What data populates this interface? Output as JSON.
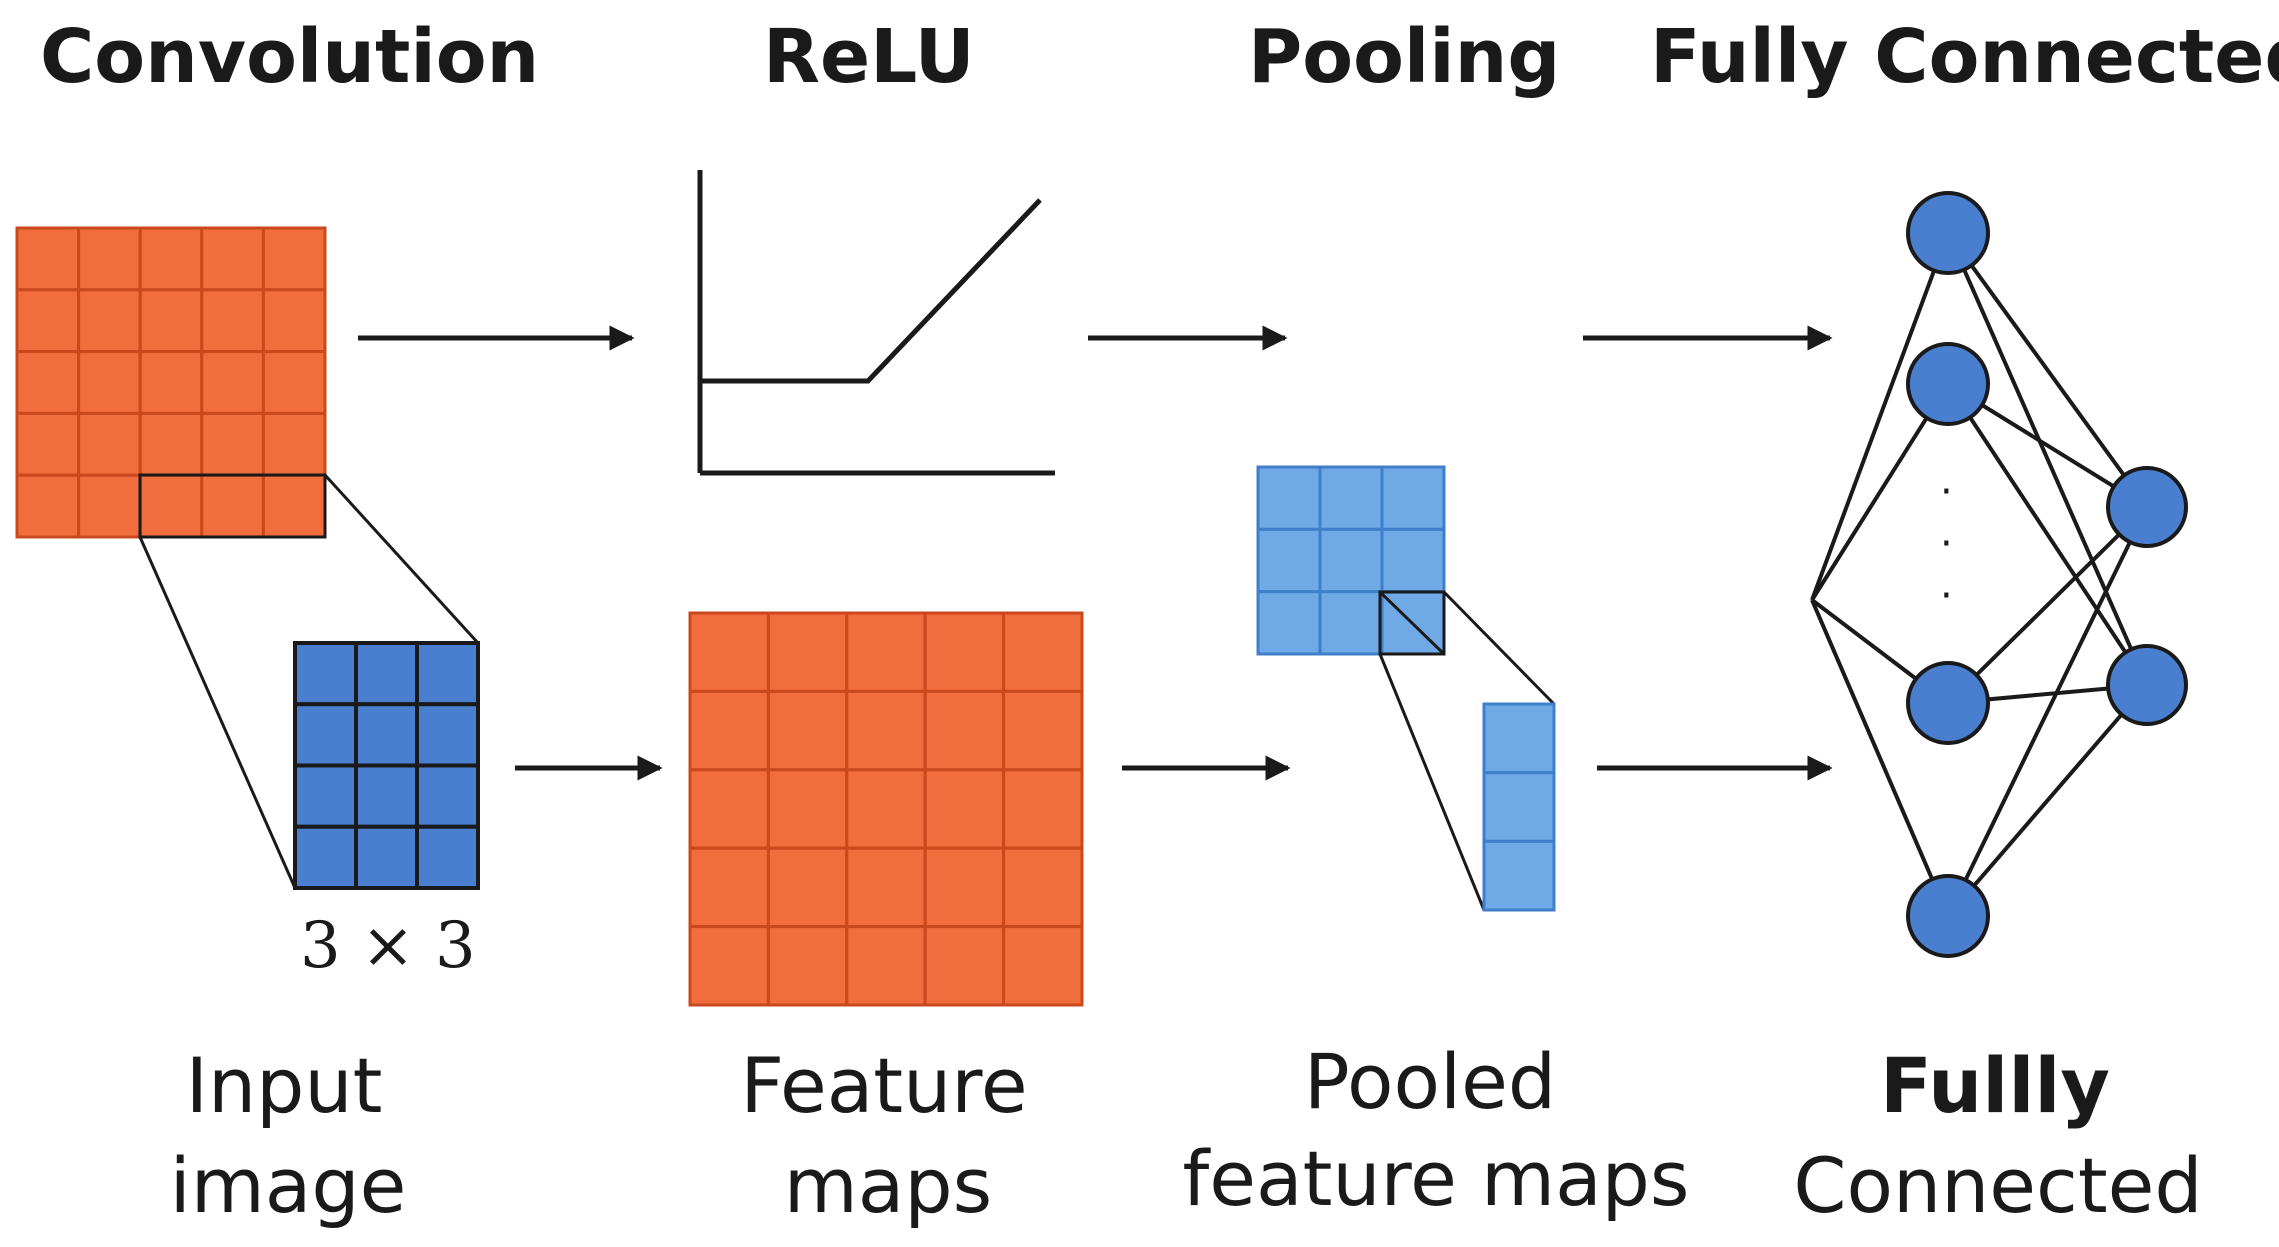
{
  "headers": {
    "convolution": "Convolution",
    "relu": "ReLU",
    "pooling": "Pooling",
    "fully_connected": "Fully Connected"
  },
  "captions": {
    "input_line1": "Input",
    "input_line2": "image",
    "feature_line1": "Feature",
    "feature_line2": "maps",
    "pooled_line1": "Pooled",
    "pooled_line2": "feature maps",
    "fc_line1": "Fullly",
    "fc_line2": "Connected"
  },
  "kernel_label": "3 × 3",
  "ellipsis": "·",
  "colors": {
    "orange_fill": "#f26d3d",
    "orange_stroke": "#c9481c",
    "kernel_fill": "#4a7fd0",
    "pooled_fill": "#6faae6",
    "pooled_stroke": "#3f7fca",
    "node_fill": "#4a7fd0",
    "line": "#1a1a1a"
  },
  "grids": {
    "input_image": {
      "rows": 5,
      "cols": 5
    },
    "kernel": {
      "rows": 4,
      "cols": 3
    },
    "feature_maps": {
      "rows": 5,
      "cols": 5
    },
    "pooled": {
      "rows": 3,
      "cols": 3
    },
    "pooled_column": {
      "rows": 3,
      "cols": 1
    }
  },
  "network": {
    "input_nodes": 4,
    "output_nodes": 2
  }
}
